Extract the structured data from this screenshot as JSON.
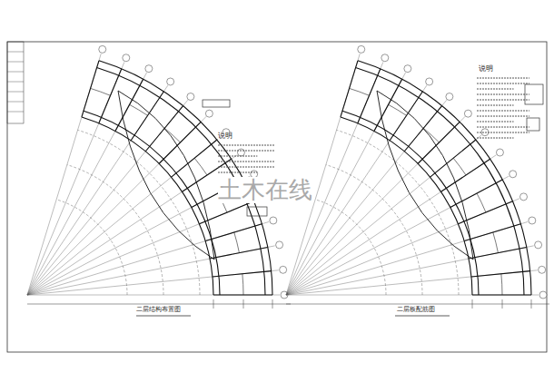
{
  "diagram": {
    "labels": [
      "说明",
      "说明",
      "二层结构布置图",
      "二层板配筋图",
      "土木在线"
    ]
  }
}
